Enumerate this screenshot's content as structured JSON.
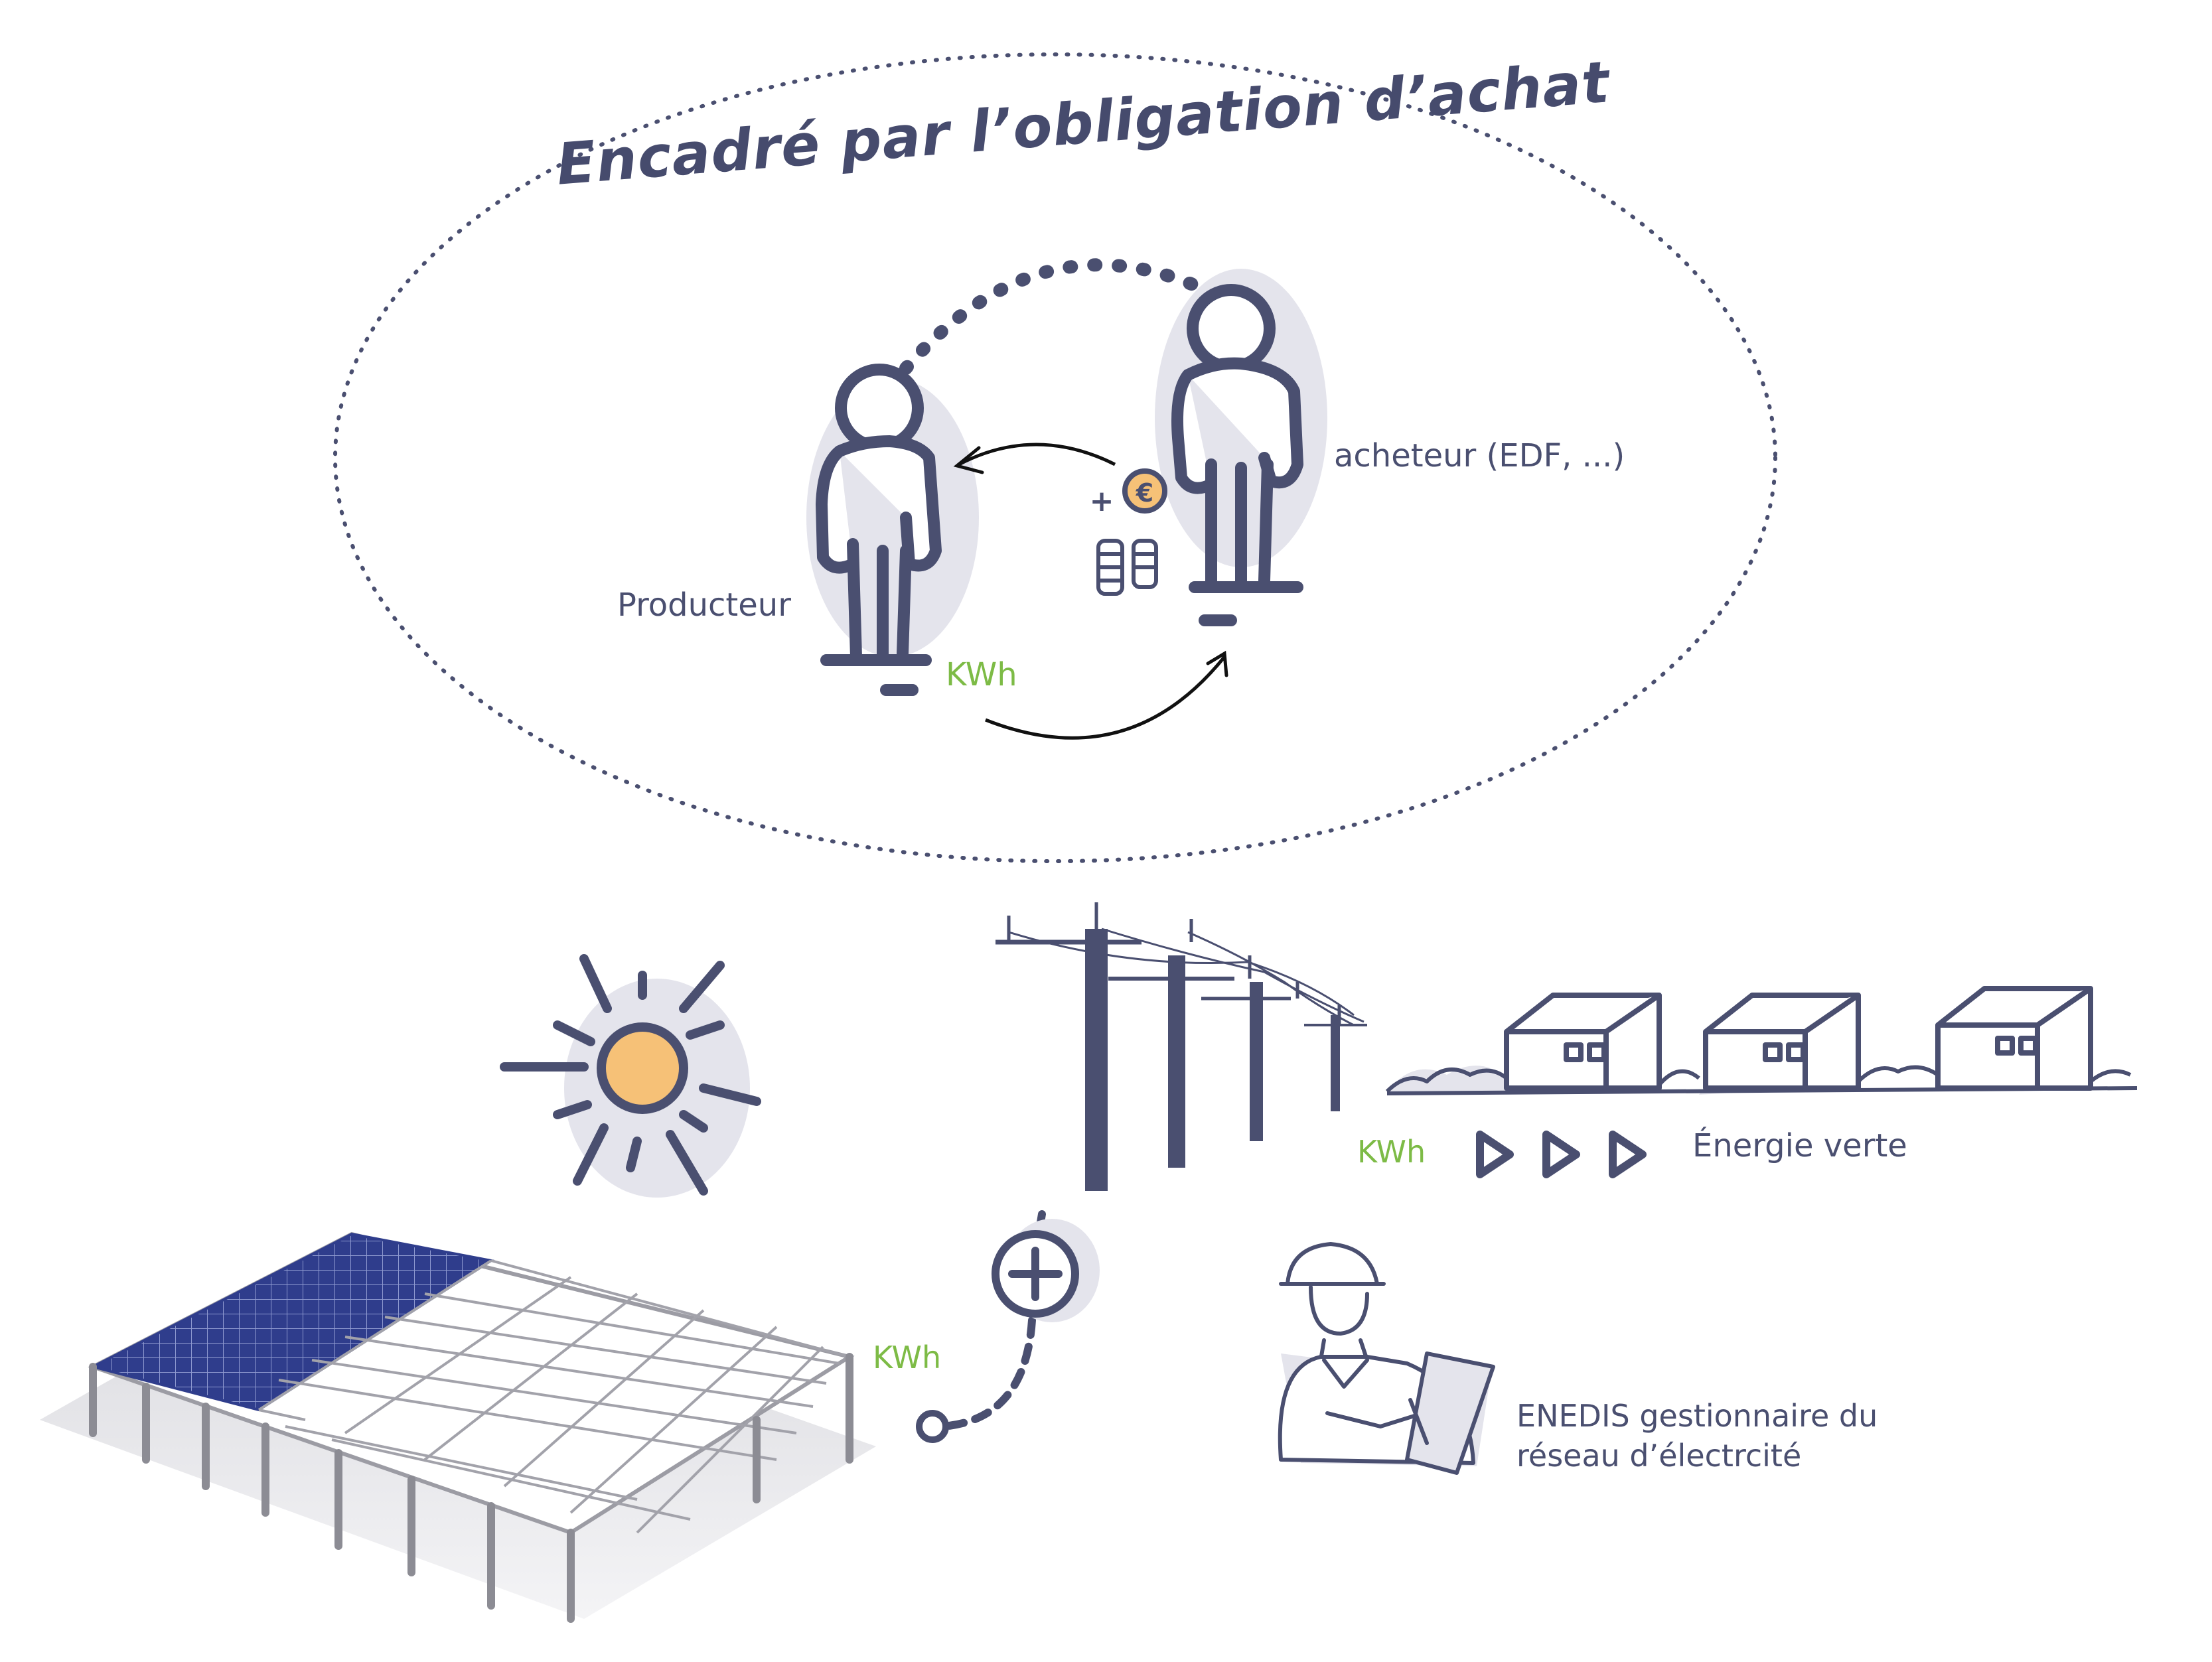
{
  "title": "Encadré par l’obligation d’achat",
  "labels": {
    "producer": "Producteur",
    "buyer": "acheteur (EDF, ...)",
    "kwh_exchange": "KWh",
    "kwh_grid": "KWh",
    "green_energy": "Énergie verte",
    "kwh_farm": "KWh",
    "enedis_line1": "ENEDIS gestionnaire du",
    "enedis_line2": "réseau d’électrcité"
  },
  "icons": {
    "currency_symbol": "€",
    "plus_sign": "+"
  },
  "colors": {
    "navy": "#4a4f70",
    "green": "#7dbb46",
    "sun": "#f6c177",
    "solar_panel": "#2f3d8c",
    "shadow": "#e3e3ea"
  }
}
